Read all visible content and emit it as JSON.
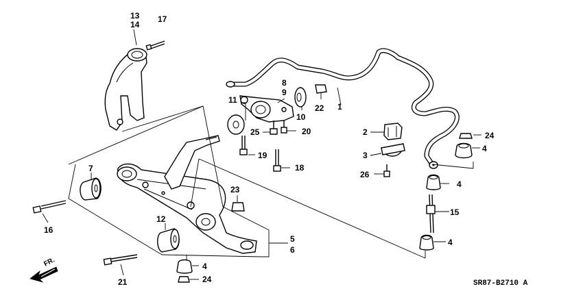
{
  "callouts": {
    "c1": "1",
    "c2": "2",
    "c3": "3",
    "c4a": "4",
    "c4b": "4",
    "c4c": "4",
    "c4d": "4",
    "c5": "5",
    "c6": "6",
    "c7": "7",
    "c8": "8",
    "c9": "9",
    "c10": "10",
    "c11": "11",
    "c12": "12",
    "c13": "13",
    "c14": "14",
    "c15": "15",
    "c16": "16",
    "c17": "17",
    "c18": "18",
    "c19": "19",
    "c20": "20",
    "c21": "21",
    "c22": "22",
    "c23": "23",
    "c24a": "24",
    "c24b": "24",
    "c25": "25",
    "c26": "26"
  },
  "direction_label": "FR.",
  "diagram_code": "SR87-B2710 A"
}
